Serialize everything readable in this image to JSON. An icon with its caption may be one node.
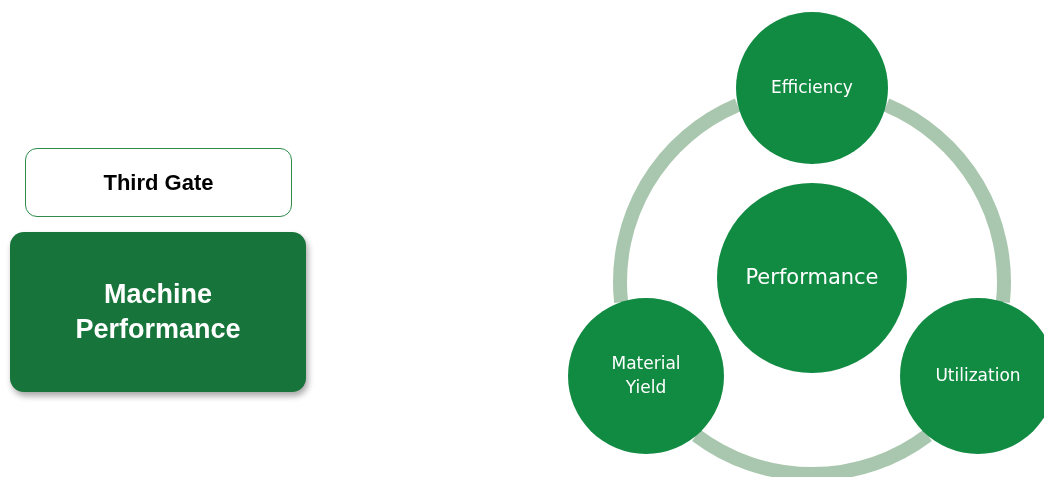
{
  "diagram": {
    "nodes": [
      {
        "text": [
          "Third Gate"
        ]
      },
      {
        "text": [
          "Machine Performance"
        ]
      },
      {
        "text": [
          "Efficiency"
        ]
      },
      {
        "text": [
          "Performance"
        ]
      },
      {
        "text": [
          "Material Yield"
        ]
      },
      {
        "text": [
          "Utilization"
        ]
      }
    ],
    "edges": [
      {
        "from": 2,
        "to": 5,
        "arrow": "none"
      },
      {
        "from": 5,
        "to": 4,
        "arrow": "none"
      },
      {
        "from": 4,
        "to": 2,
        "arrow": "none"
      }
    ]
  }
}
